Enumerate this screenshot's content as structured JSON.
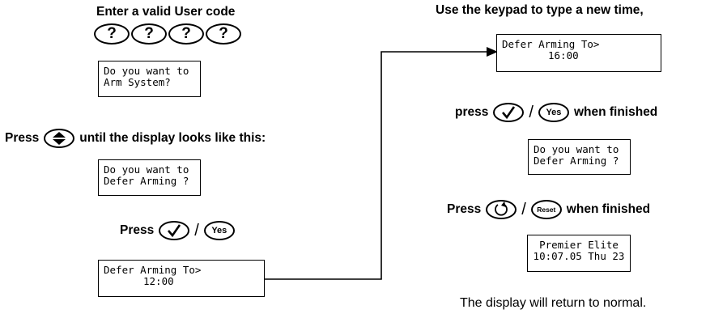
{
  "left": {
    "heading_enter": "Enter a valid User code",
    "code_keys": [
      "?",
      "?",
      "?",
      "?"
    ],
    "lcd1": [
      "Do you want to",
      "Arm System?"
    ],
    "press_label": "Press",
    "until_label": "until the display looks like this:",
    "lcd2": [
      "Do you want to",
      "Defer Arming ?"
    ],
    "press_yes_label": "Press",
    "lcd3": [
      "Defer Arming To>",
      "12:00"
    ]
  },
  "right": {
    "heading_keypad": "Use the keypad to type a new time,",
    "lcd4": [
      "Defer Arming To>",
      "16:00"
    ],
    "press_label": "press",
    "when_finished1": "when finished",
    "lcd5": [
      "Do you want to",
      "Defer Arming ?"
    ],
    "press_reset_label": "Press",
    "when_finished2": "when finished",
    "lcd6": [
      "Premier Elite",
      "10:07.05 Thu 23"
    ],
    "return_text": "The display will return to normal."
  },
  "keys": {
    "yes": "Yes",
    "reset": "Reset",
    "slash": "/"
  },
  "icons": {
    "scroll": "up-down-scroll-icon",
    "tick": "tick-icon",
    "reset": "reset-arrow-icon"
  }
}
